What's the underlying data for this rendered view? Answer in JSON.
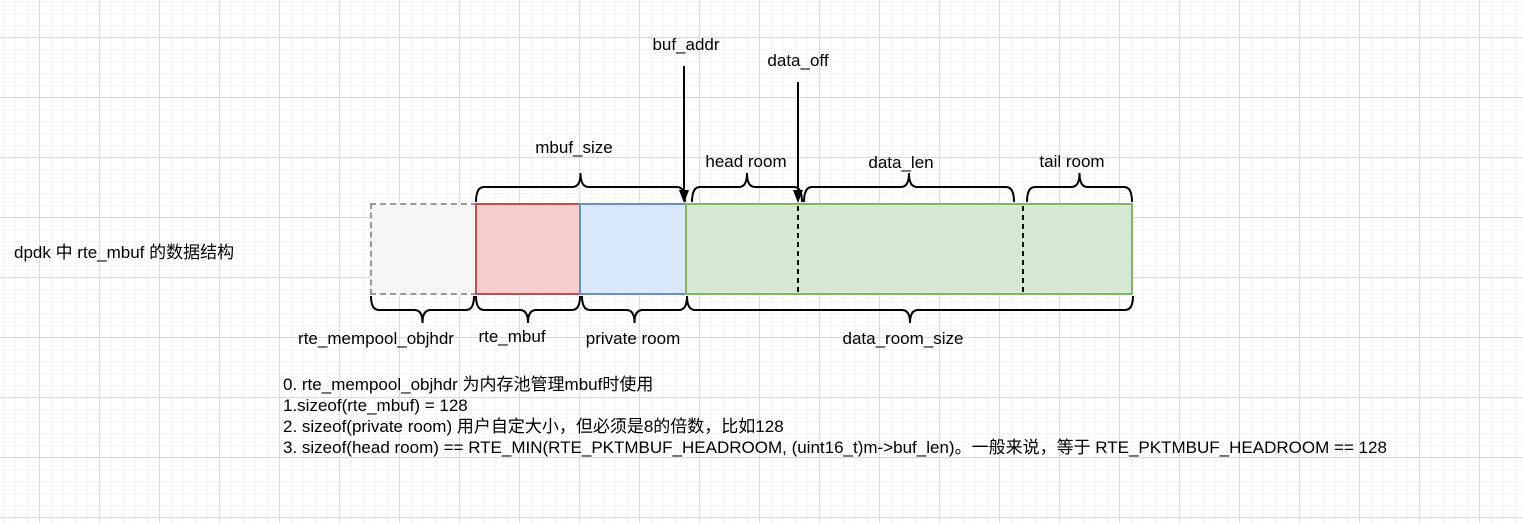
{
  "title": "dpdk 中 rte_mbuf 的数据结构",
  "labels": {
    "buf_addr": "buf_addr",
    "data_off": "data_off",
    "mbuf_size": "mbuf_size",
    "head_room": "head room",
    "data_len": "data_len",
    "tail_room": "tail room"
  },
  "segments": [
    {
      "label": "rte_mempool_objhdr",
      "fill": "#f5f5f5",
      "stroke": "#999999",
      "border_style": "dashed"
    },
    {
      "label": "rte_mbuf",
      "fill": "#f8cecc",
      "stroke": "#b85450",
      "border_style": "solid"
    },
    {
      "label": "private room",
      "fill": "#dae8fc",
      "stroke": "#6c8ebf",
      "border_style": "solid"
    },
    {
      "label": "data_room_size",
      "fill": "#d5e8d4",
      "stroke": "#82b366",
      "border_style": "solid"
    }
  ],
  "notes": [
    "0. rte_mempool_objhdr 为内存池管理mbuf时使用",
    "1.sizeof(rte_mbuf) = 128",
    "2. sizeof(private room) 用户自定大小，但必须是8的倍数，比如128",
    "3. sizeof(head room) == RTE_MIN(RTE_PKTMBUF_HEADROOM, (uint16_t)m->buf_len)。一般来说，等于 RTE_PKTMBUF_HEADROOM == 128"
  ],
  "colors": {
    "line": "#000000",
    "grid_minor": "#f4f4f4",
    "grid_major": "#d9d9d9",
    "text": "#000000"
  }
}
